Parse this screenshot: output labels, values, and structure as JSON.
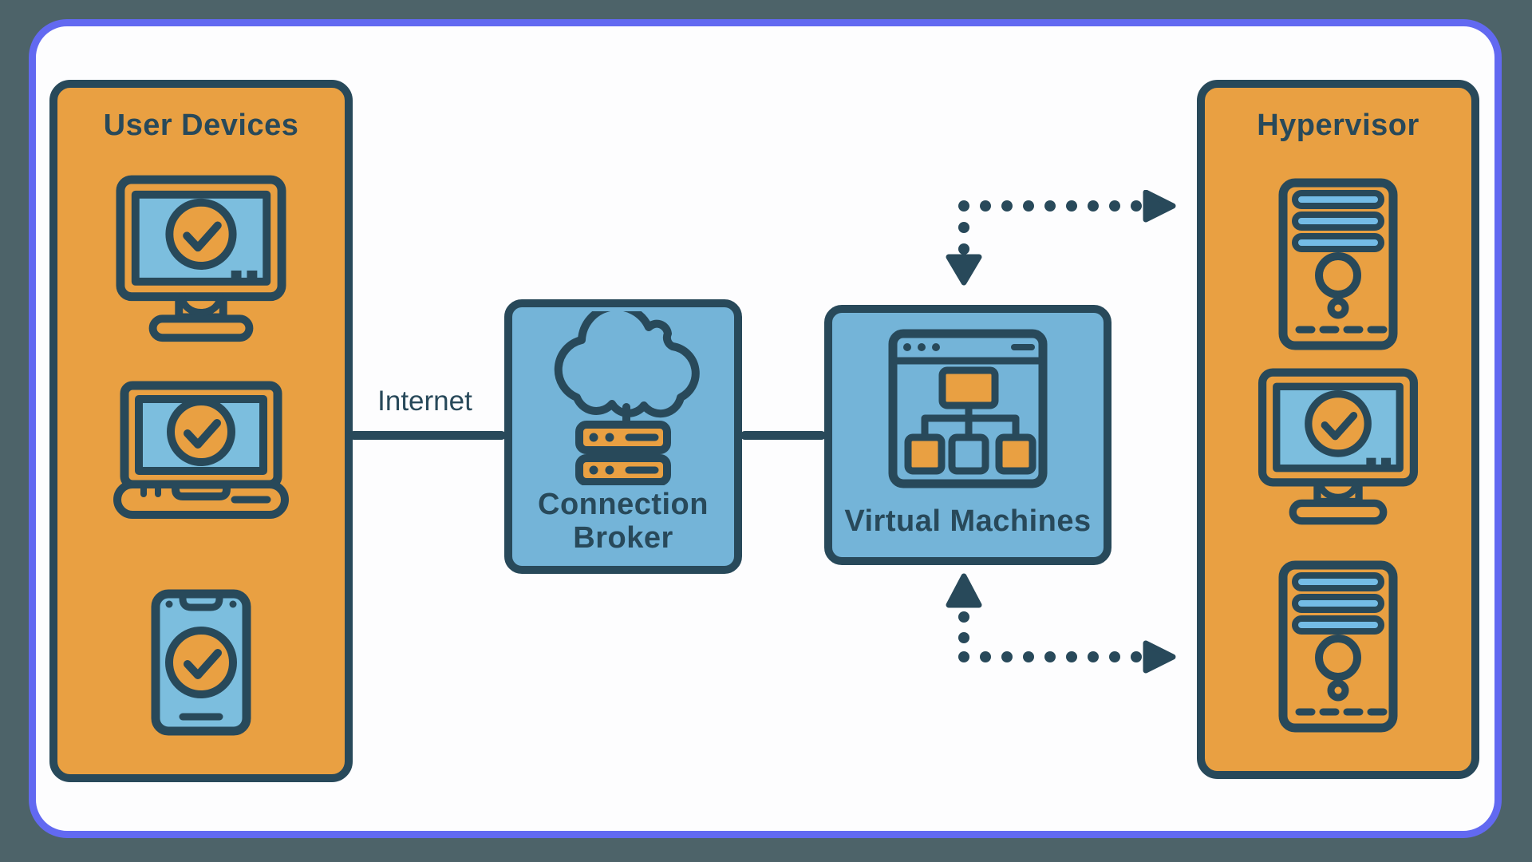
{
  "diagram": {
    "type": "vdi-architecture",
    "panels": {
      "user_devices": {
        "title": "User Devices",
        "devices": [
          "desktop-monitor",
          "laptop",
          "smartphone"
        ]
      },
      "hypervisor": {
        "title": "Hypervisor",
        "devices": [
          "server-tower",
          "desktop-monitor",
          "server-tower"
        ]
      }
    },
    "nodes": {
      "connection_broker": {
        "label_line1": "Connection",
        "label_line2": "Broker",
        "icon": "cloud-with-servers"
      },
      "virtual_machines": {
        "label": "Virtual Machines",
        "icon": "browser-window-hierarchy"
      }
    },
    "connections": {
      "internet_label": "Internet",
      "edges": [
        {
          "from": "user-devices",
          "to": "connection-broker",
          "style": "solid",
          "label": "Internet"
        },
        {
          "from": "connection-broker",
          "to": "virtual-machines",
          "style": "solid"
        },
        {
          "from": "virtual-machines",
          "to": "hypervisor",
          "style": "dotted-arrow",
          "bidirectional": true
        }
      ]
    },
    "colors": {
      "outline_dark": "#28495a",
      "panel_orange": "#e9a042",
      "box_blue": "#74b4d8",
      "screen_blue": "#7cbede",
      "frame_border_purple": "#6269f1",
      "outer_background": "#4d6369",
      "card_white": "#fdfdfe"
    }
  }
}
